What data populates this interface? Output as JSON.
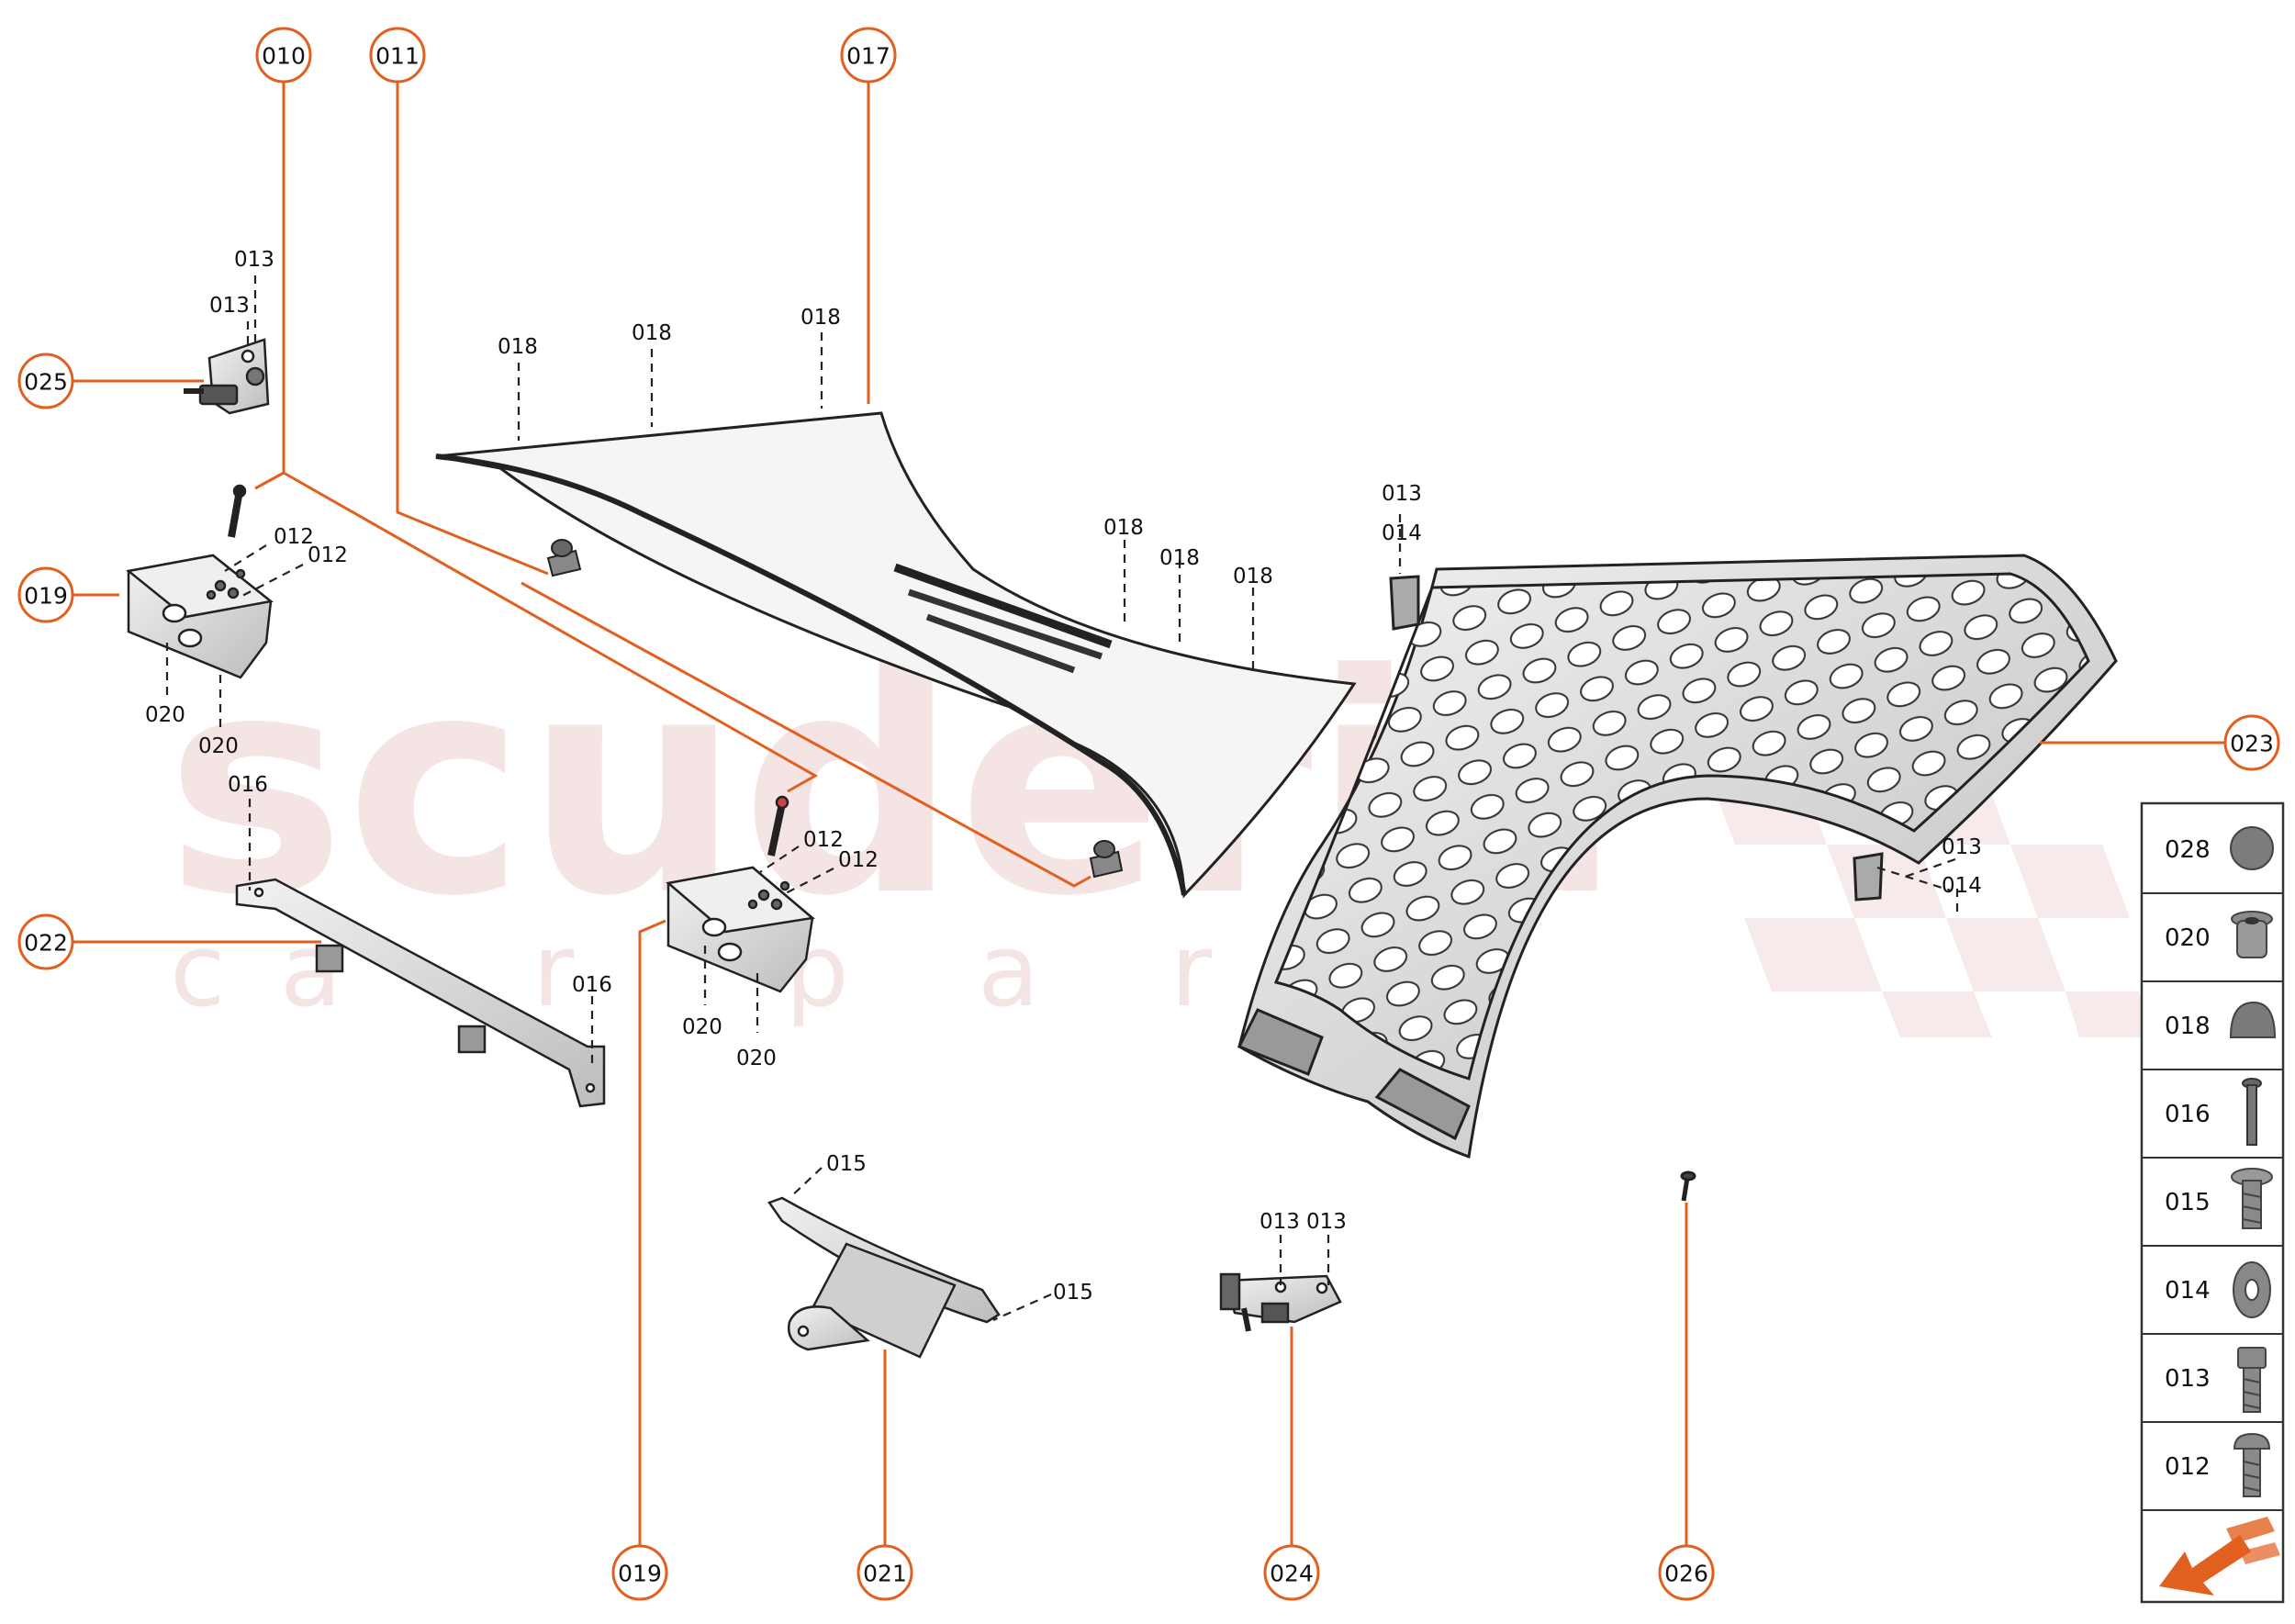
{
  "watermark": {
    "brand": "scuderia",
    "subtitle_letters": [
      "c",
      "a",
      "r",
      "p",
      "a",
      "r",
      "t",
      "s"
    ]
  },
  "callouts": [
    {
      "id": "c010",
      "label": "010"
    },
    {
      "id": "c011",
      "label": "011"
    },
    {
      "id": "c017",
      "label": "017"
    },
    {
      "id": "c025",
      "label": "025"
    },
    {
      "id": "c019a",
      "label": "019"
    },
    {
      "id": "c022",
      "label": "022"
    },
    {
      "id": "c023",
      "label": "023"
    },
    {
      "id": "c019b",
      "label": "019"
    },
    {
      "id": "c021",
      "label": "021"
    },
    {
      "id": "c024",
      "label": "024"
    },
    {
      "id": "c026",
      "label": "026"
    }
  ],
  "part_labels": [
    {
      "id": "l1",
      "label": "013"
    },
    {
      "id": "l2",
      "label": "013"
    },
    {
      "id": "l3",
      "label": "018"
    },
    {
      "id": "l4",
      "label": "018"
    },
    {
      "id": "l5",
      "label": "018"
    },
    {
      "id": "l6",
      "label": "012"
    },
    {
      "id": "l7",
      "label": "012"
    },
    {
      "id": "l8",
      "label": "020"
    },
    {
      "id": "l9",
      "label": "020"
    },
    {
      "id": "l10",
      "label": "016"
    },
    {
      "id": "l11",
      "label": "018"
    },
    {
      "id": "l12",
      "label": "018"
    },
    {
      "id": "l13",
      "label": "018"
    },
    {
      "id": "l14",
      "label": "013"
    },
    {
      "id": "l15",
      "label": "014"
    },
    {
      "id": "l16",
      "label": "012"
    },
    {
      "id": "l17",
      "label": "012"
    },
    {
      "id": "l18",
      "label": "020"
    },
    {
      "id": "l19",
      "label": "020"
    },
    {
      "id": "l20",
      "label": "016"
    },
    {
      "id": "l21",
      "label": "013"
    },
    {
      "id": "l22",
      "label": "014"
    },
    {
      "id": "l23",
      "label": "015"
    },
    {
      "id": "l24",
      "label": "015"
    },
    {
      "id": "l25",
      "label": "013"
    },
    {
      "id": "l26",
      "label": "013"
    }
  ],
  "legend": [
    {
      "code": "028",
      "icon": "round-plug-icon"
    },
    {
      "code": "020",
      "icon": "nut-insert-icon"
    },
    {
      "code": "018",
      "icon": "dome-cap-icon"
    },
    {
      "code": "016",
      "icon": "pin-icon"
    },
    {
      "code": "015",
      "icon": "flange-screw-icon"
    },
    {
      "code": "014",
      "icon": "washer-icon"
    },
    {
      "code": "013",
      "icon": "hex-bolt-icon"
    },
    {
      "code": "012",
      "icon": "button-screw-icon"
    }
  ],
  "colors": {
    "accent": "#e2601f",
    "line": "#222222",
    "part_fill": "#dcdcdc",
    "watermark": "#e8bfc0"
  }
}
